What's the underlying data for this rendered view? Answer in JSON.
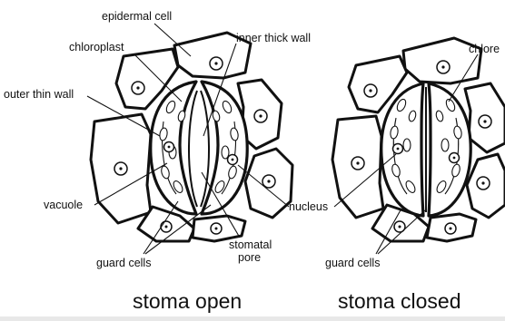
{
  "labels": {
    "epidermal_cell": "epidermal cell",
    "chloroplast_left": "chloroplast",
    "inner_thick_wall": "inner thick wall",
    "chloroplast_right": "chlore",
    "outer_thin_wall": "outer thin wall",
    "vacuole": "vacuole",
    "nucleus": "nucleus",
    "guard_cells_left": "guard  cells",
    "stomatal_line1": "stomatal",
    "stomatal_line2": "pore",
    "guard_cells_right": "guard  cells"
  },
  "captions": {
    "open": "stoma open",
    "closed": "stoma closed"
  }
}
